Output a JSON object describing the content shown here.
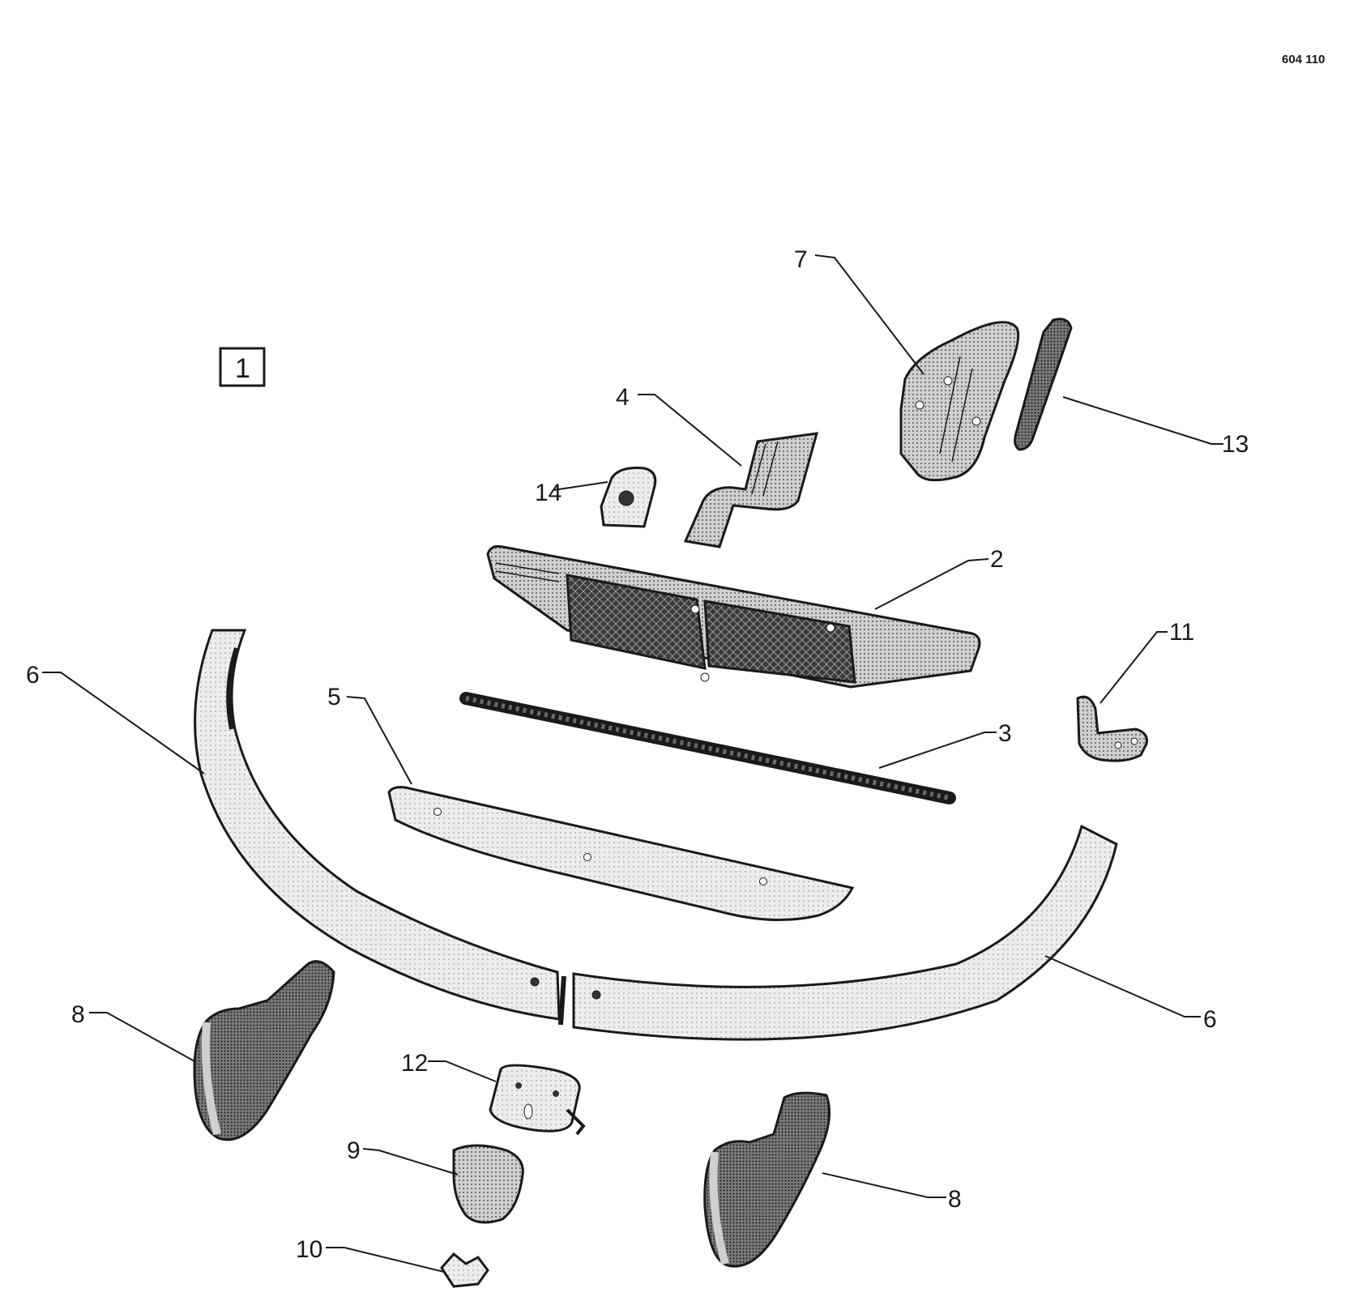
{
  "figure_id": "604 110",
  "group_number": "1",
  "callouts": {
    "c1": "1",
    "c2": "2",
    "c3": "3",
    "c4": "4",
    "c5": "5",
    "c6a": "6",
    "c6b": "6",
    "c7": "7",
    "c8a": "8",
    "c8b": "8",
    "c9": "9",
    "c10": "10",
    "c11": "11",
    "c12": "12",
    "c13": "13",
    "c14": "14"
  },
  "colors": {
    "ink": "#1a1a1a",
    "light_stipple": "#e6e6e6",
    "mid_stipple": "#bdbdbd",
    "dark_stipple": "#6a6a6a"
  }
}
